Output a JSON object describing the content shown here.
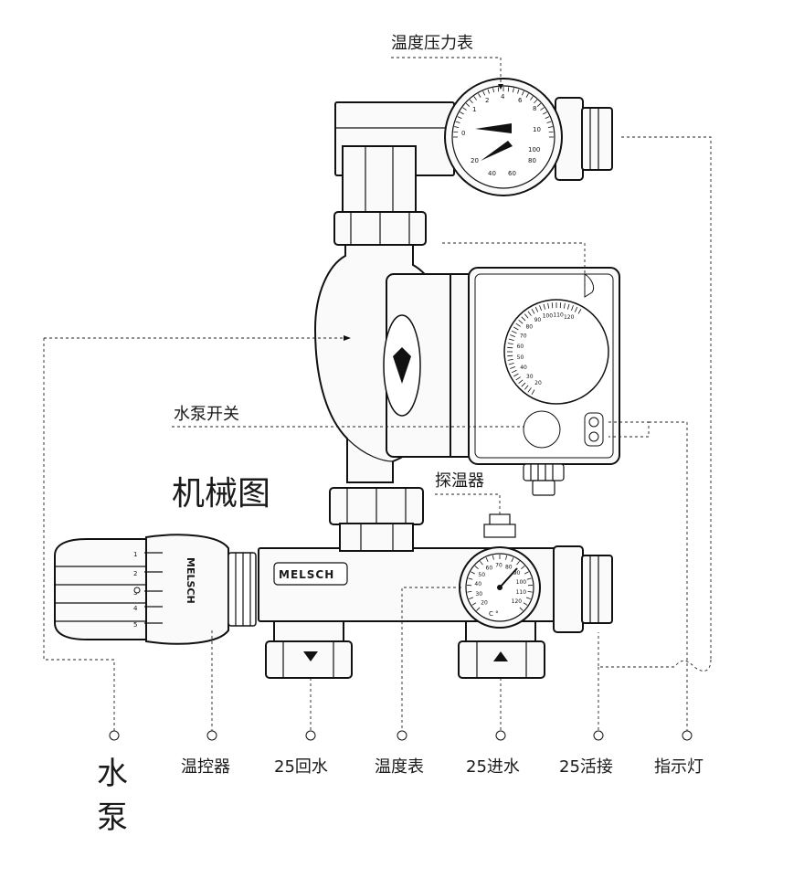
{
  "title": "机械图",
  "top_labels": {
    "pressure_gauge": "温度压力表",
    "pump_switch": "水泵开关",
    "sensor": "探温器"
  },
  "bottom_labels": {
    "pump_line1": "水",
    "pump_line2": "泵",
    "thermostat": "温控器",
    "return_water": "25回水",
    "thermometer": "温度表",
    "supply_water": "25进水",
    "union": "25活接",
    "indicator": "指示灯"
  },
  "brand": "MELSCH",
  "thermostat_scale": [
    "1",
    "2",
    "3",
    "4",
    "5"
  ],
  "pressure_gauge_dial": {
    "outer_scale": [
      "1",
      "2",
      "4",
      "6",
      "8",
      "10"
    ],
    "inner_scale": [
      "0",
      "20",
      "40",
      "60",
      "80",
      "100"
    ]
  },
  "thermometer_dial": {
    "scale": [
      "20",
      "30",
      "40",
      "50",
      "60",
      "70",
      "80",
      "90",
      "100",
      "110",
      "120"
    ],
    "unit": "C °"
  },
  "pump_dial_scale": [
    "20",
    "30",
    "40",
    "50",
    "60",
    "70",
    "80",
    "90",
    "100",
    "110",
    "120"
  ]
}
